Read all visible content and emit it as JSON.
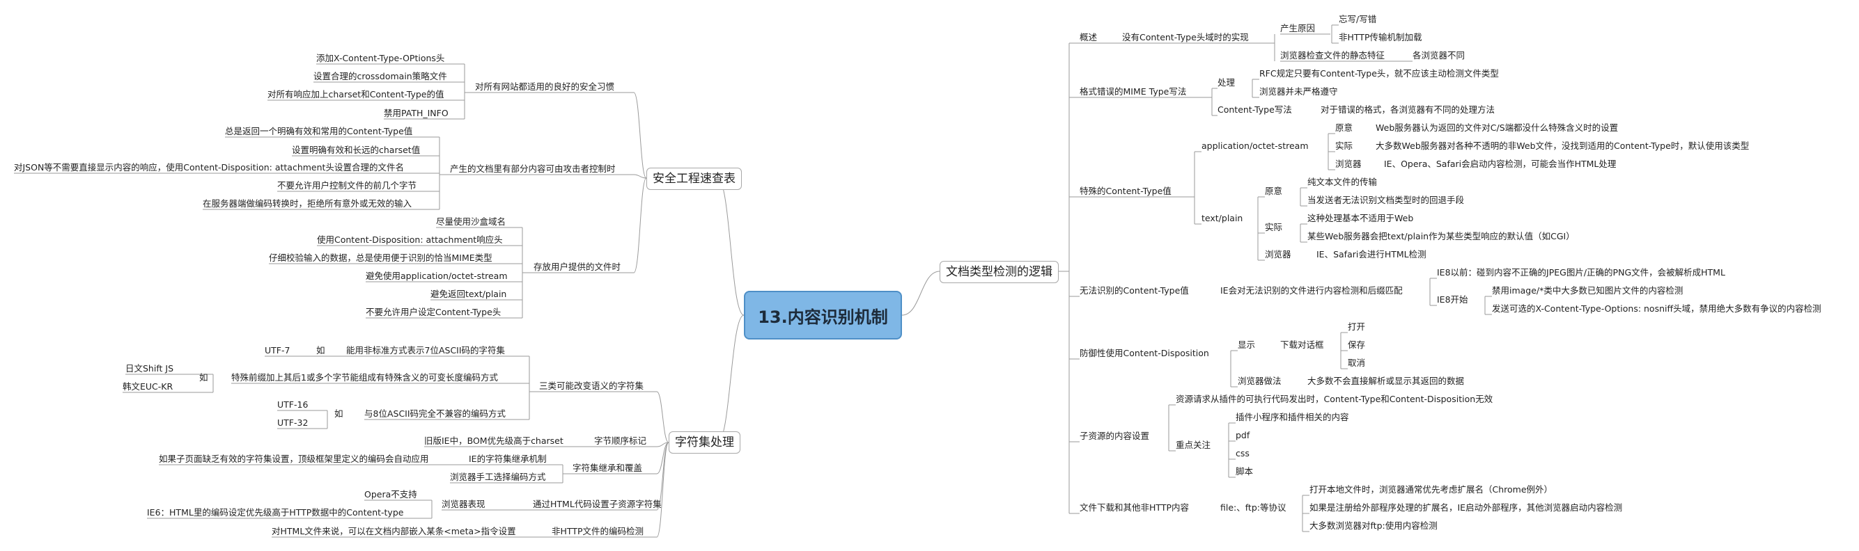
{
  "root": "13.内容识别机制",
  "branches": {
    "security": "安全工程速查表",
    "doctype": "文档类型检测的逻辑",
    "charset": "字符集处理"
  },
  "security": {
    "general": {
      "label": "对所有网站都适用的良好的安全习惯",
      "items": [
        "添加X-Content-Type-OPtions头",
        "设置合理的crossdomain策略文件",
        "对所有响应加上charset和Content-Type的值",
        "禁用PATH_INFO"
      ]
    },
    "attacker": {
      "label": "产生的文档里有部分内容可由攻击者控制时",
      "items": [
        "总是返回一个明确有效和常用的Content-Type值",
        "设置明确有效和长远的charset值",
        "对JSON等不需要直接显示内容的响应，使用Content-Disposition: attachment头设置合理的文件名",
        "不要允许用户控制文件的前几个字节",
        "在服务器端做编码转换时，拒绝所有意外或无效的输入"
      ]
    },
    "files": {
      "label": "存放用户提供的文件时",
      "items": [
        "尽量使用沙盒域名",
        "使用Content-Disposition: attachment响应头",
        "仔细校验输入的数据，总是使用便于识别的恰当MIME类型",
        "避免使用application/octet-stream",
        "避免返回text/plain",
        "不要允许用户设定Content-Type头"
      ]
    }
  },
  "charset": {
    "three": "三类可能改变语义的字符集",
    "utf7": "UTF-7",
    "utf7_ru": "如",
    "utf7_desc": "能用非标准方式表示7位ASCII码的字符集",
    "multi_desc": "特殊前缀加上其后1或多个字节能组成有特殊含义的可变长度编码方式",
    "multi_ru": "如",
    "sjis": "日文Shift JS",
    "euckr": "韩文EUC-KR",
    "utf16": "UTF-16",
    "utf32": "UTF-32",
    "utf_ru": "如",
    "utf_desc": "与8位ASCII码完全不兼容的编码方式",
    "bom_label": "字节顺序标记",
    "bom_desc": "旧版IE中，BOM优先级高于charset",
    "inherit_label": "字符集继承和覆盖",
    "ie_inherit": "IE的字符集继承机制",
    "ie_inherit_desc": "如果子页面缺乏有效的字符集设置，顶级框架里定义的编码会自动应用",
    "manual": "浏览器手工选择编码方式",
    "html_label": "通过HTML代码设置子资源字符集",
    "browser_show": "浏览器表现",
    "opera": "Opera不支持",
    "ie6": "IE6：HTML里的编码设定优先级高于HTTP数据中的Content-type",
    "nonhttp_label": "非HTTP文件的编码检测",
    "nonhttp_desc": "对HTML文件来说，可以在文档内部嵌入某条<meta>指令设置"
  },
  "doctype": {
    "overview": "概述",
    "no_ct": "没有Content-Type头域时的实现",
    "cause": "产生原因",
    "forget": "忘写/写错",
    "nonhttp": "非HTTP传输机制加载",
    "static_check": "浏览器检查文件的静态特征",
    "differ": "各浏览器不同",
    "malformed": "格式错误的MIME Type写法",
    "handle": "处理",
    "rfc": "RFC规定只要有Content-Type头，就不应该主动检测文件类型",
    "not_strict": "浏览器并未严格遵守",
    "ct_syntax": "Content-Type写法",
    "ct_syntax_desc": "对于错误的格式，各浏览器有不同的处理方法",
    "special": "特殊的Content-Type值",
    "octet": "application/octet-stream",
    "intent": "原意",
    "intent_desc": "Web服务器认为返回的文件对C/S端都没什么特殊含义时的设置",
    "actual": "实际",
    "actual_desc": "大多数Web服务器对各种不透明的非Web文件，没找到适用的Content-Type时，默认使用该类型",
    "browser": "浏览器",
    "octet_browser_desc": "IE、Opera、Safari会启动内容检测，可能会当作HTML处理",
    "textplain": "text/plain",
    "tp_intent": "原意",
    "tp_intent_1": "纯文本文件的传输",
    "tp_intent_2": "当发送者无法识别文档类型时的回退手段",
    "tp_actual": "实际",
    "tp_actual_1": "这种处理基本不适用于Web",
    "tp_actual_2": "某些Web服务器会把text/plain作为某些类型响应的默认值（如CGI）",
    "tp_browser": "浏览器",
    "tp_browser_desc": "IE、Safari会进行HTML检测",
    "unknown": "无法识别的Content-Type值",
    "unknown_desc": "IE会对无法识别的文件进行内容检测和后缀匹配",
    "ie8_before": "IE8以前：碰到内容不正确的JPEG图片/正确的PNG文件，会被解析成HTML",
    "ie8_start": "IE8开始",
    "ie8_1": "禁用image/*类中大多数已知图片文件的内容检测",
    "ie8_2": "发送可选的X-Content-Type-Options: nosniff头域，禁用绝大多数有争议的内容检测",
    "defensive": "防御性使用Content-Disposition",
    "display": "显示",
    "download_dialog": "下载对话框",
    "open": "打开",
    "save": "保存",
    "cancel": "取消",
    "browser_way": "浏览器做法",
    "browser_way_desc": "大多数不会直接解析或显示其返回的数据",
    "subres": "子资源的内容设置",
    "subres_desc": "资源请求从插件的可执行代码发出时，Content-Type和Content-Disposition无效",
    "focus": "重点关注",
    "plugins": "插件小程序和插件相关的内容",
    "pdf": "pdf",
    "css": "css",
    "script": "脚本",
    "download": "文件下载和其他非HTTP内容",
    "protocols": "file:、ftp:等协议",
    "local": "打开本地文件时，浏览器通常优先考虑扩展名（Chrome例外）",
    "registered": "如果是注册给外部程序处理的扩展名，IE启动外部程序，其他浏览器启动内容检测",
    "ftp": "大多数浏览器对ftp:使用内容检测"
  },
  "colors": {
    "root_fill": "#7fb7e6",
    "root_border": "#4e8fc7",
    "line": "#9a9a9a"
  }
}
